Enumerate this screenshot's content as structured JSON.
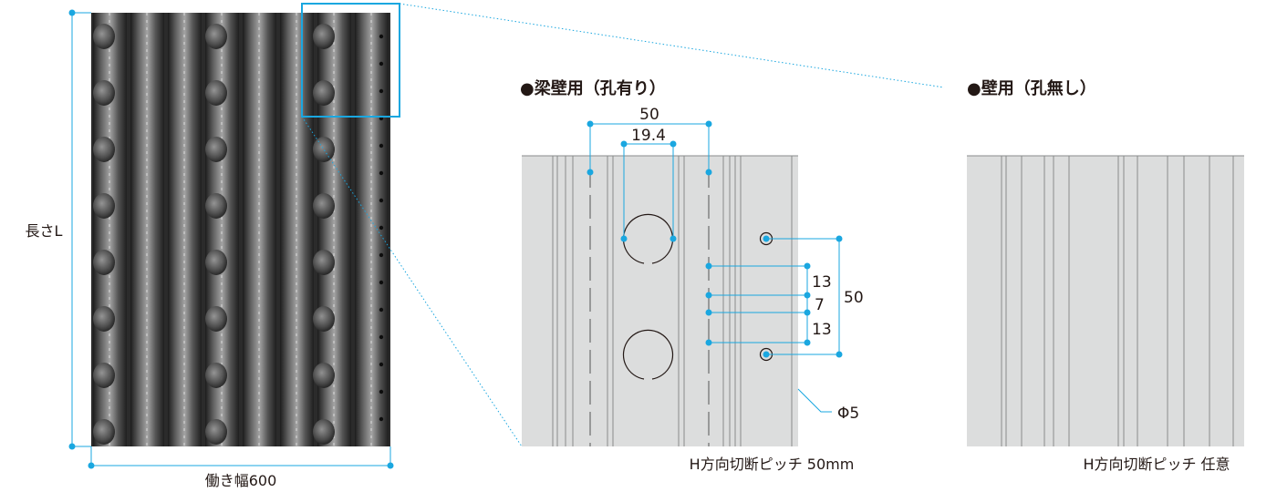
{
  "photo": {
    "length_label": "長さL",
    "width_label": "働き幅600"
  },
  "beam_wall": {
    "title": "●梁壁用（孔有り）",
    "dim_hole_pitch": "50",
    "dim_hole_dia": "19.4",
    "dim_top_gap": "13",
    "dim_mid_gap": "7",
    "dim_bottom_gap": "13",
    "dim_vertical_pitch": "50",
    "dim_small_hole": "Φ5",
    "caption": "H方向切断ピッチ 50mm"
  },
  "wall": {
    "title": "●壁用（孔無し）",
    "caption": "H方向切断ピッチ 任意"
  },
  "colors": {
    "dimension": "#1aa7e0",
    "panel_fill": "#dcdddd",
    "panel_line": "#8a8b8c",
    "photo_dark": "#2b2b2b",
    "text": "#231815"
  }
}
